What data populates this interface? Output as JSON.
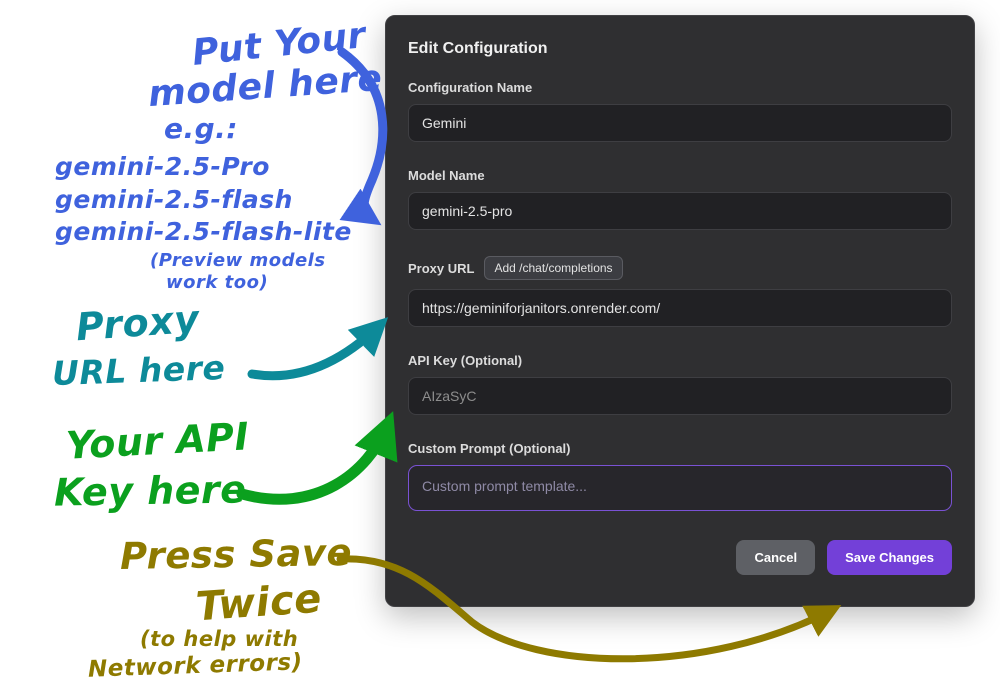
{
  "modal": {
    "title": "Edit Configuration",
    "fields": {
      "config_name": {
        "label": "Configuration Name",
        "value": "Gemini"
      },
      "model_name": {
        "label": "Model Name",
        "value": "gemini-2.5-pro"
      },
      "proxy_url": {
        "label": "Proxy URL",
        "badge": "Add /chat/completions",
        "value": "https://geminiforjanitors.onrender.com/"
      },
      "api_key": {
        "label": "API Key (Optional)",
        "value": "AIzaSyC"
      },
      "custom_prompt": {
        "label": "Custom Prompt (Optional)",
        "placeholder": "Custom prompt template..."
      }
    },
    "buttons": {
      "cancel": "Cancel",
      "save": "Save Changes"
    }
  },
  "annotations": {
    "model": {
      "line1": "Put Your",
      "line2": "model here",
      "line3": "e.g.:",
      "examples": [
        "gemini-2.5-Pro",
        "gemini-2.5-flash",
        "gemini-2.5-flash-lite"
      ],
      "note1": "(Preview models",
      "note2": "work too)",
      "color": "#3f62dd"
    },
    "proxy": {
      "line1": "Proxy",
      "line2": "URL here",
      "color": "#0d8a99"
    },
    "api": {
      "line1": "Your API",
      "line2": "Key here",
      "color": "#0ba01e"
    },
    "save": {
      "line1": "Press Save",
      "line2": "Twice",
      "line3": "(to help with",
      "line4": "Network errors)",
      "color": "#8e7a00"
    }
  },
  "colors": {
    "modal_bg": "#2f2f31",
    "input_bg": "#212124",
    "accent_purple": "#7340d8",
    "cancel_gray": "#5e6065",
    "prompt_border": "#7a52d4"
  }
}
